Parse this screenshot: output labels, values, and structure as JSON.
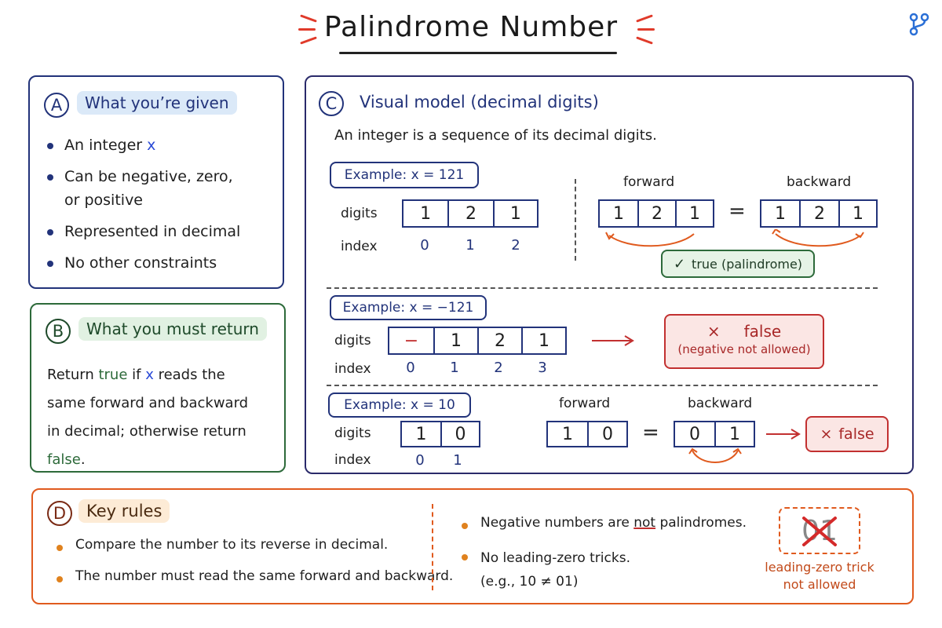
{
  "title": "Palindrome Number",
  "colors": {
    "blue": "#22337a",
    "green": "#2d6a3a",
    "orange": "#e05a1e",
    "red": "#c23030"
  },
  "panel_a": {
    "letter": "A",
    "heading": "What you’re given",
    "items": [
      {
        "text": "An integer ",
        "var": "x"
      },
      {
        "line1": "Can be negative, zero,",
        "line2": "or positive"
      },
      {
        "text": "Represented in decimal"
      },
      {
        "text": "No other constraints"
      }
    ]
  },
  "panel_b": {
    "letter": "B",
    "heading": "What you must return",
    "line1_a": "Return ",
    "line1_true": "true",
    "line1_b": " if ",
    "line1_x": "x",
    "line1_c": " reads the",
    "line2": "same forward and backward",
    "line3_a": "in decimal; otherwise return ",
    "line3_false": "false",
    "line3_b": "."
  },
  "panel_c": {
    "letter": "C",
    "heading": "Visual model (decimal digits)",
    "intro": "An integer is a sequence of its decimal digits.",
    "ex1": {
      "label": "Example: x = 121",
      "digits_label": "digits",
      "index_label": "index",
      "digits": [
        "1",
        "2",
        "1"
      ],
      "index": [
        "0",
        "1",
        "2"
      ],
      "forward_label": "forward",
      "backward_label": "backward",
      "forward": [
        "1",
        "2",
        "1"
      ],
      "backward": [
        "1",
        "2",
        "1"
      ],
      "eq": "=",
      "result": "true (palindrome)",
      "check": "✓"
    },
    "ex2": {
      "label": "Example: x = −121",
      "digits_label": "digits",
      "index_label": "index",
      "digits": [
        "−",
        "1",
        "2",
        "1"
      ],
      "index": [
        "0",
        "1",
        "2",
        "3"
      ],
      "result_mark": "×",
      "result_word": "false",
      "result_note": "(negative not allowed)"
    },
    "ex3": {
      "label": "Example: x = 10",
      "digits_label": "digits",
      "index_label": "index",
      "digits": [
        "1",
        "0"
      ],
      "index": [
        "0",
        "1"
      ],
      "forward_label": "forward",
      "backward_label": "backward",
      "forward": [
        "1",
        "0"
      ],
      "backward": [
        "0",
        "1"
      ],
      "eq": "=",
      "result_mark": "×",
      "result_word": "false"
    }
  },
  "panel_d": {
    "letter": "D",
    "heading": "Key rules",
    "left": [
      "Compare the number to its reverse in decimal.",
      "The number must read the same forward and backward."
    ],
    "right1_a": "Negative numbers are ",
    "right1_not": "not",
    "right1_b": " palindromes.",
    "right2_line1": "No leading-zero tricks.",
    "right2_line2": "(e.g., 10 ≠ 01)",
    "trick_digits": "01",
    "trick_caption1": "leading-zero trick",
    "trick_caption2": "not allowed"
  }
}
